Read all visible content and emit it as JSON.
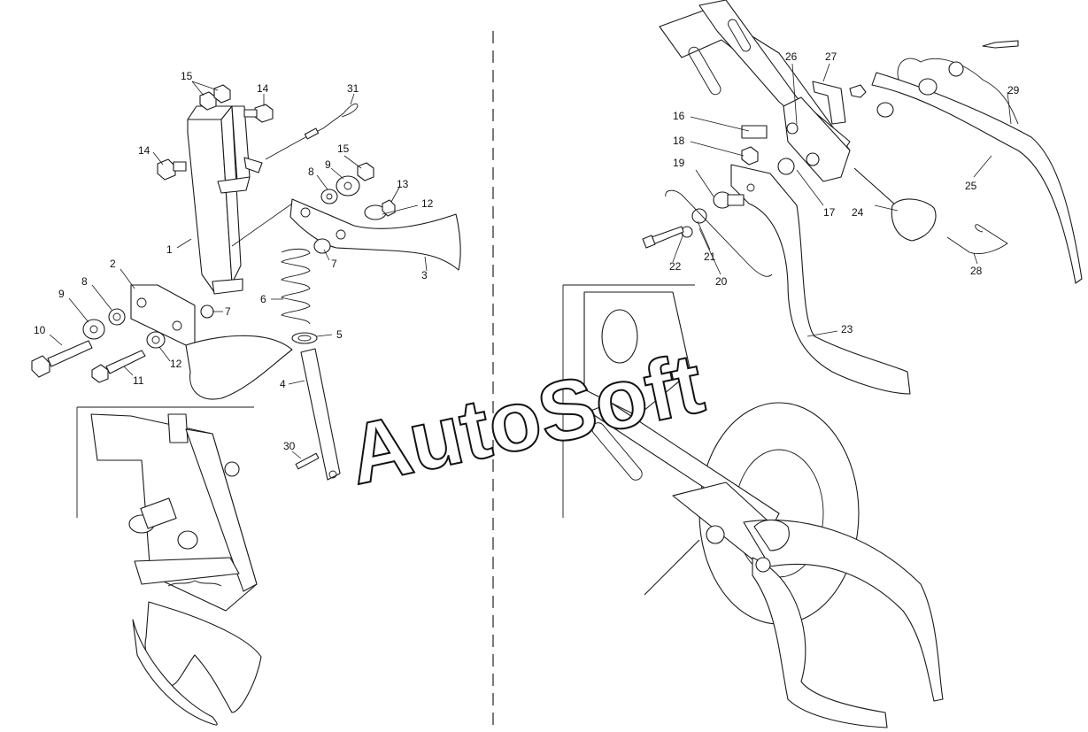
{
  "watermark": "AutoSoft",
  "left_labels": [
    "15",
    "14",
    "31",
    "14",
    "15",
    "8",
    "9",
    "13",
    "12",
    "1",
    "2",
    "9",
    "8",
    "7",
    "6",
    "5",
    "7",
    "3",
    "10",
    "11",
    "12",
    "4",
    "30"
  ],
  "right_labels": [
    "26",
    "27",
    "29",
    "16",
    "18",
    "19",
    "17",
    "24",
    "25",
    "22",
    "21",
    "20",
    "28",
    "23"
  ]
}
